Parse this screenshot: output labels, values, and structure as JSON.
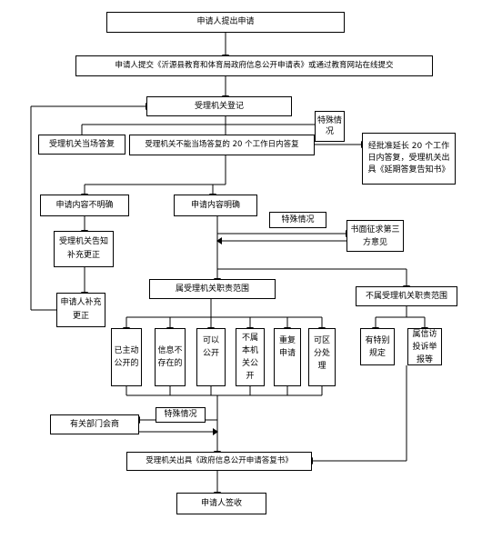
{
  "nodes": {
    "submit": "申请人提出申请",
    "submit_form": "申请人提交《沂源县教育和体育局政府信息公开申请表》或通过教育网站在线提交",
    "register": "受理机关登记",
    "special_1": "特殊情况",
    "reply_onsite": "受理机关当场答复",
    "reply_20days": "受理机关不能当场答复的 20 个工作日内答复",
    "extend": "经批准延长 20 个工作日内答复，受理机关出具《延期答复告知书》",
    "unclear": "申请内容不明确",
    "clear": "申请内容明确",
    "special_2": "特殊情况",
    "third_party": "书面征求第三方意见",
    "notify_supplement": "受理机关告知补充更正",
    "applicant_supplement": "申请人补充更正",
    "in_scope": "属受理机关职责范围",
    "out_scope": "不属受理机关职责范围",
    "c1": "已主动公开的",
    "c2": "信息不存在的",
    "c3": "可以公开",
    "c4": "不属本机关公开",
    "c5": "重复申请",
    "c6": "可区分处理",
    "c7": "有特别规定",
    "c8": "属信访投诉举报等",
    "special_3": "特殊情况",
    "consult": "有关部门会商",
    "issue_reply": "受理机关出具《政府信息公开申请答复书》",
    "sign": "申请人签收"
  }
}
